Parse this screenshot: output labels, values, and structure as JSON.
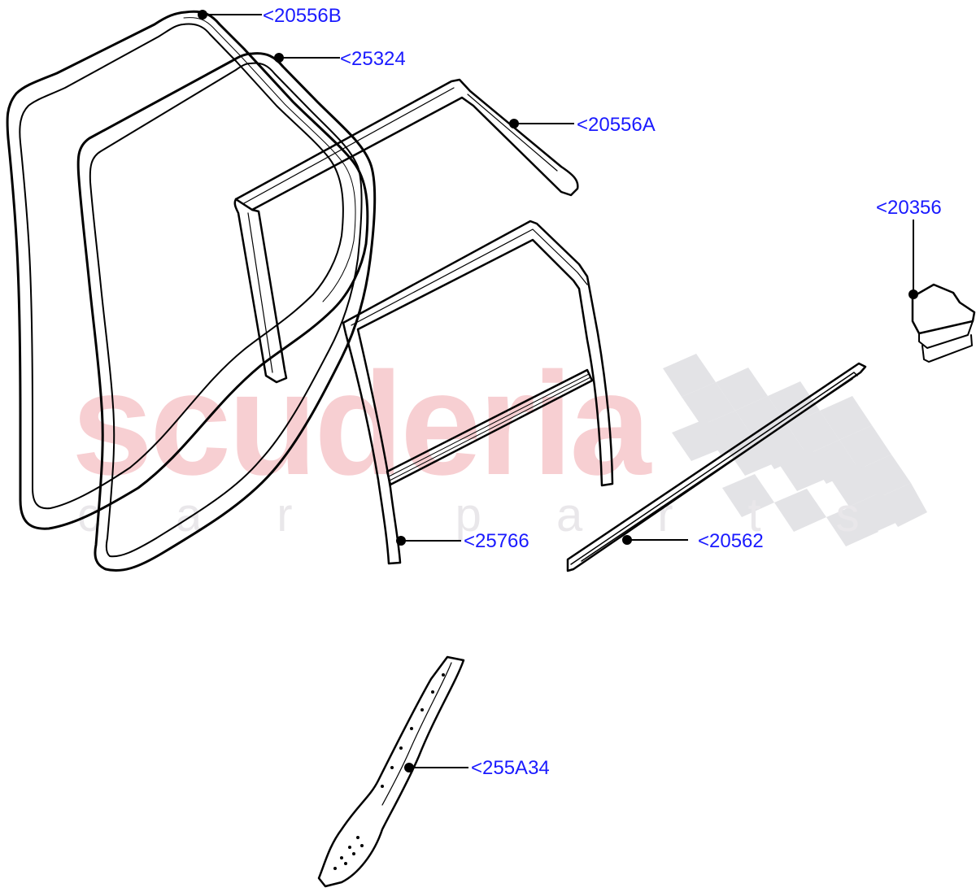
{
  "diagram": {
    "type": "exploded parts diagram",
    "subject": "rear door weatherstrips and seals",
    "colors": {
      "background": "#ffffff",
      "linework": "#000000",
      "callout_text": "#1a1aff",
      "watermark_text": "#f7cfd2",
      "watermark_sub": "#e9e7ea",
      "watermark_checker": "#e3e3e6"
    }
  },
  "watermark": {
    "main": "scuderia",
    "sub": "car parts"
  },
  "callouts": [
    {
      "id": "c1",
      "label": "<20556B",
      "part": "outer door opening weatherstrip"
    },
    {
      "id": "c2",
      "label": "<25324",
      "part": "door-mounted weatherstrip"
    },
    {
      "id": "c3",
      "label": "<20556A",
      "part": "roof/header seal"
    },
    {
      "id": "c4",
      "label": "<20356",
      "part": "clip"
    },
    {
      "id": "c5",
      "label": "<25766",
      "part": "glass run channel"
    },
    {
      "id": "c6",
      "label": "<20562",
      "part": "waist belt weatherstrip"
    },
    {
      "id": "c7",
      "label": "<255A34",
      "part": "pillar trim seal"
    }
  ]
}
